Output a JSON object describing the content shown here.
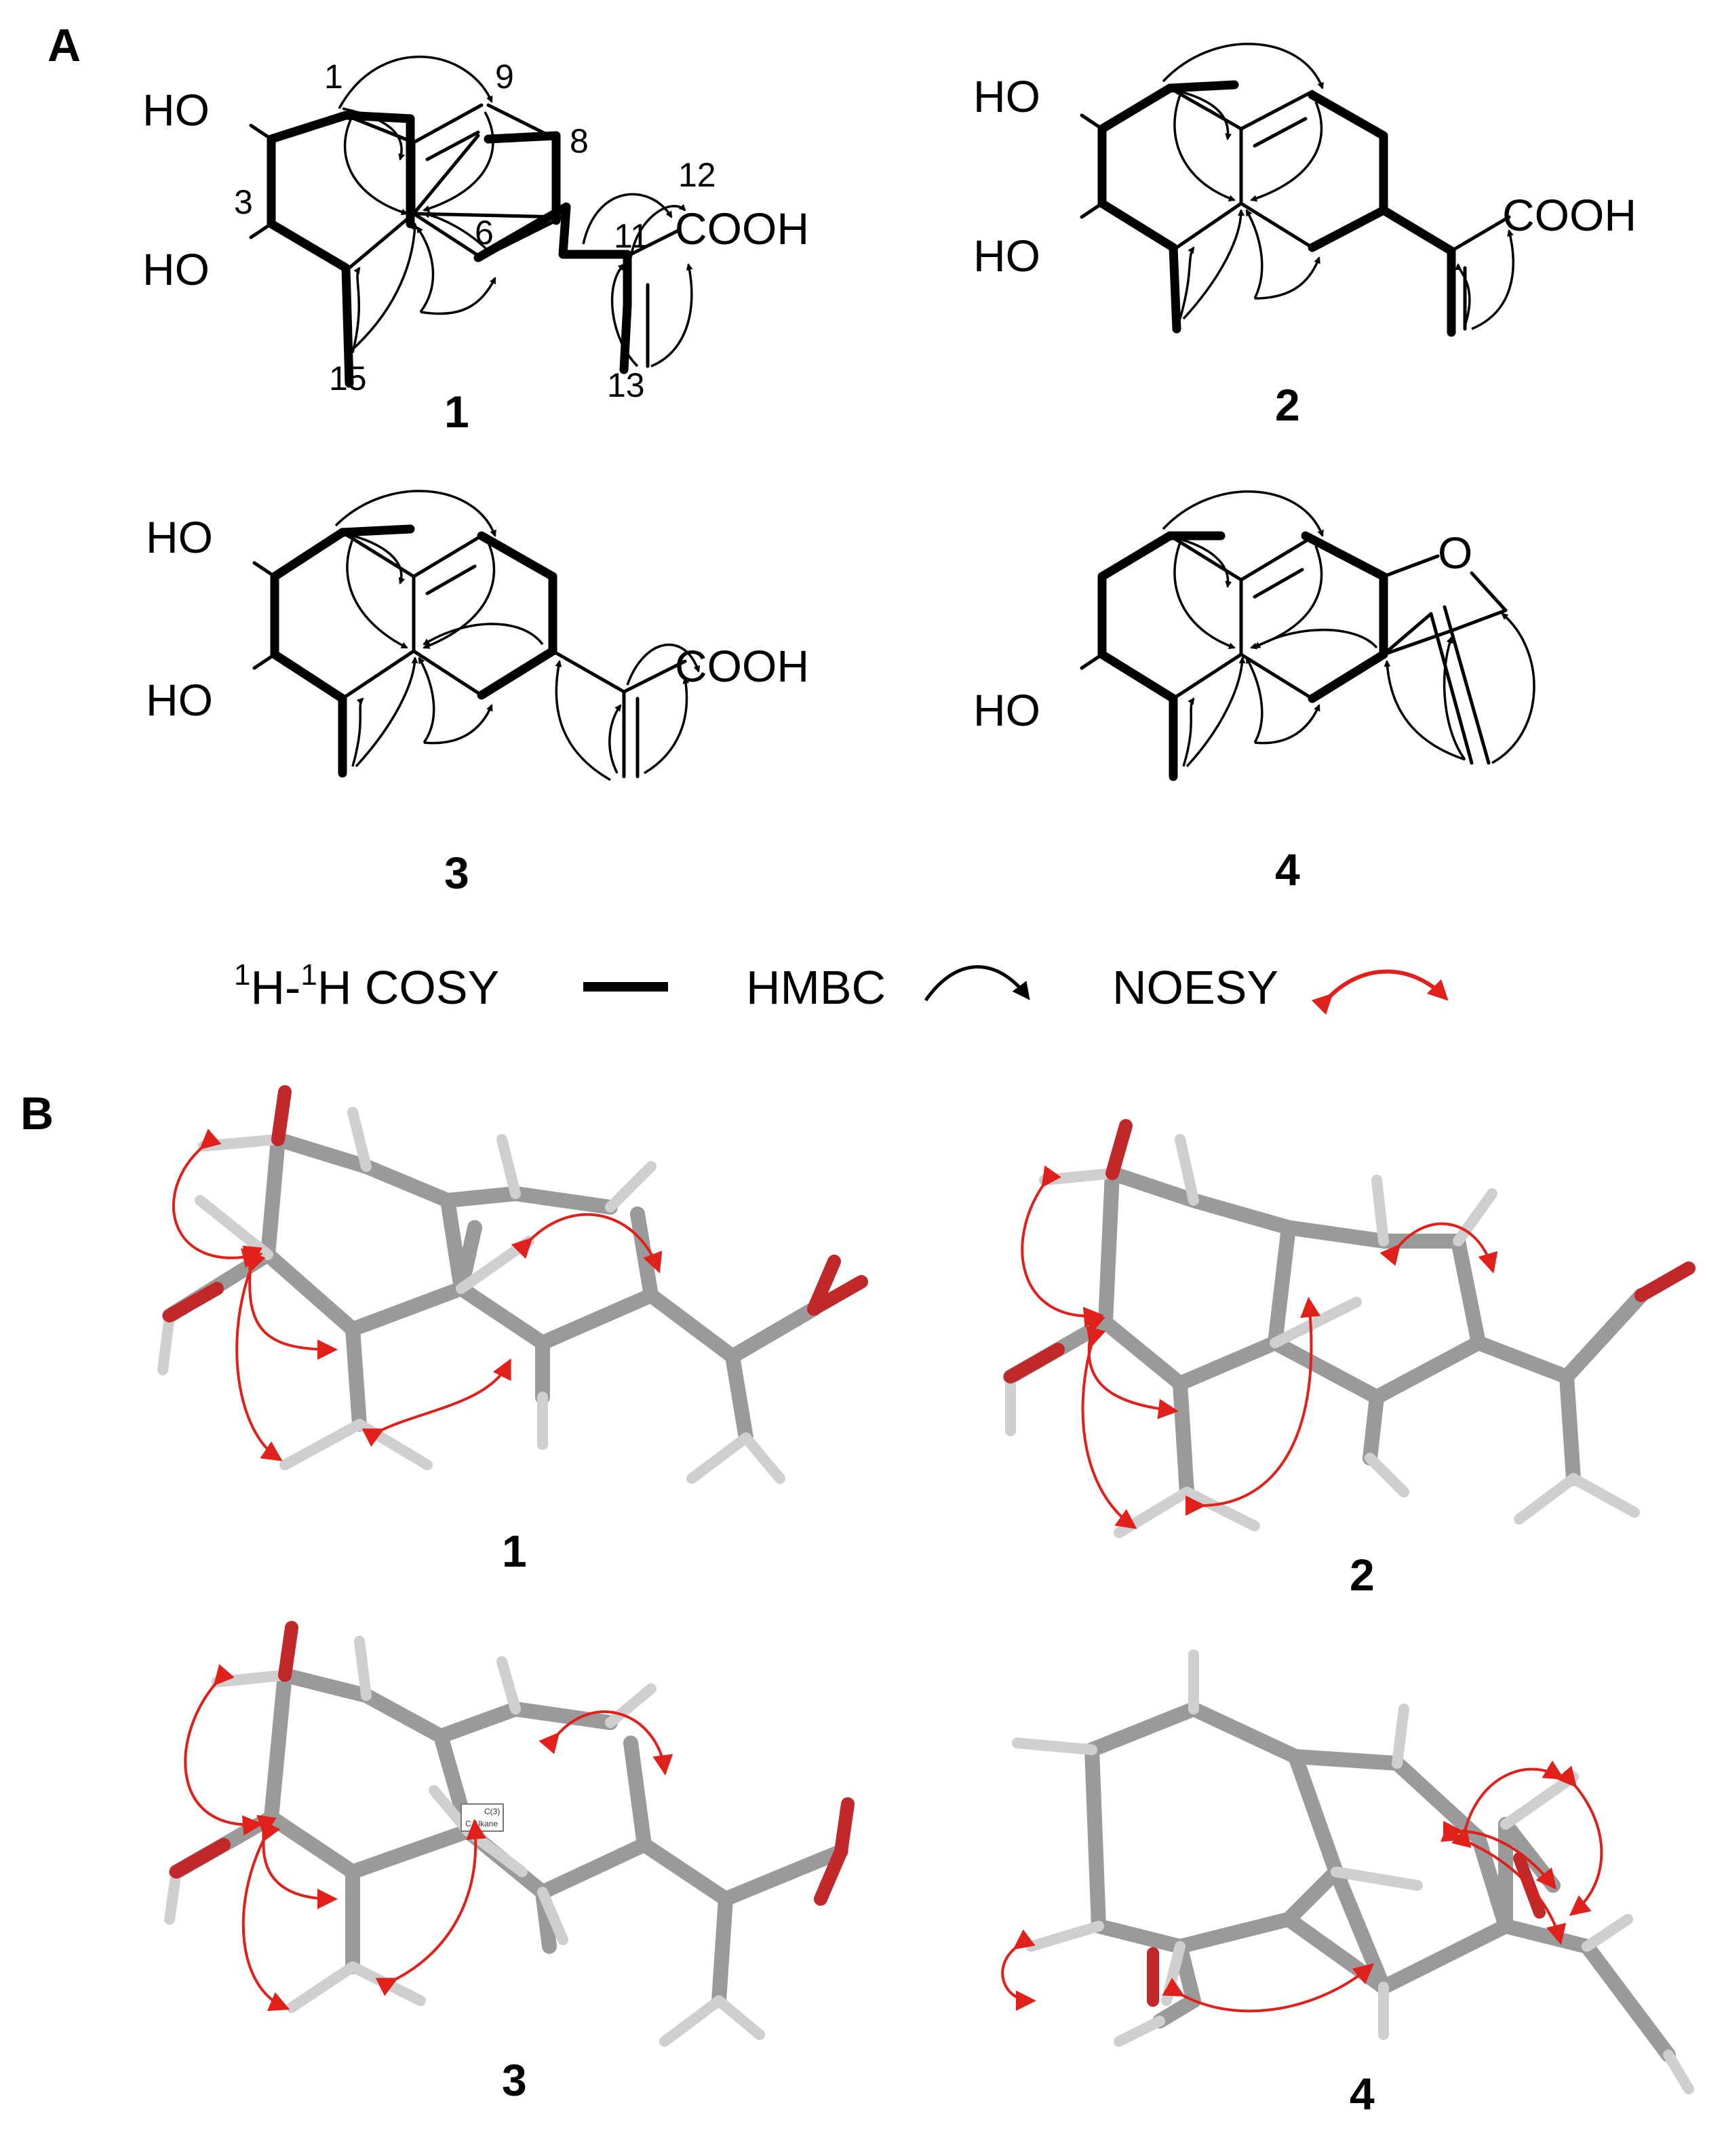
{
  "panels": {
    "a": "A",
    "b": "B"
  },
  "compounds": {
    "c1": "1",
    "c2": "2",
    "c3": "3",
    "c4": "4"
  },
  "atoms": {
    "ho": "HO",
    "cooh": "COOH",
    "o": "O"
  },
  "numbering": {
    "n1": "1",
    "n3": "3",
    "n6": "6",
    "n8": "8",
    "n9": "9",
    "n11": "11",
    "n12": "12",
    "n13": "13",
    "n15": "15"
  },
  "legend": {
    "cosy_sup": "1",
    "cosy_h1": "H-",
    "cosy_h2": "H COSY",
    "hmbc": "HMBC",
    "noesy": "NOESY"
  },
  "model_tag": {
    "line1": "C(3)",
    "line2": "C Alkane"
  },
  "colors": {
    "ink": "#000000",
    "noesy": "#e0201b",
    "bond_model": "#9a9a9a",
    "hydrogen": "#d6d6d6",
    "oxygen": "#c0282a"
  }
}
